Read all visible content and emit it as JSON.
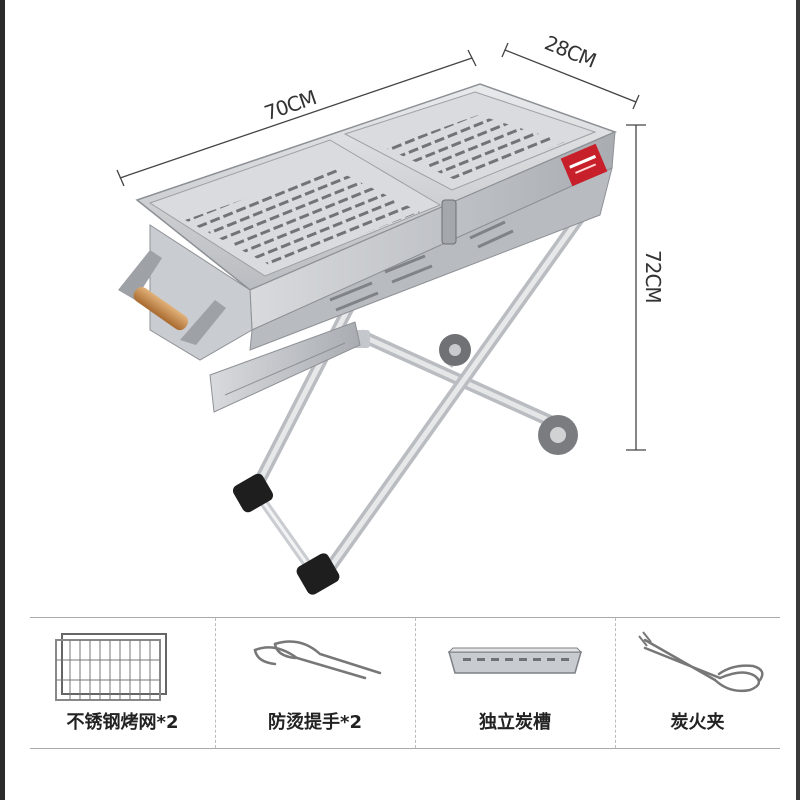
{
  "dimensions": {
    "length": "70CM",
    "width": "28CM",
    "height": "72CM"
  },
  "brand_badge": {
    "color": "#c8202a"
  },
  "accessories": [
    {
      "label": "不锈钢烤网*2",
      "icon": "grill-net-icon"
    },
    {
      "label": "防烫提手*2",
      "icon": "heat-proof-handle-icon"
    },
    {
      "label": "独立炭槽",
      "icon": "charcoal-tray-icon"
    },
    {
      "label": "炭火夹",
      "icon": "charcoal-tongs-icon"
    }
  ]
}
